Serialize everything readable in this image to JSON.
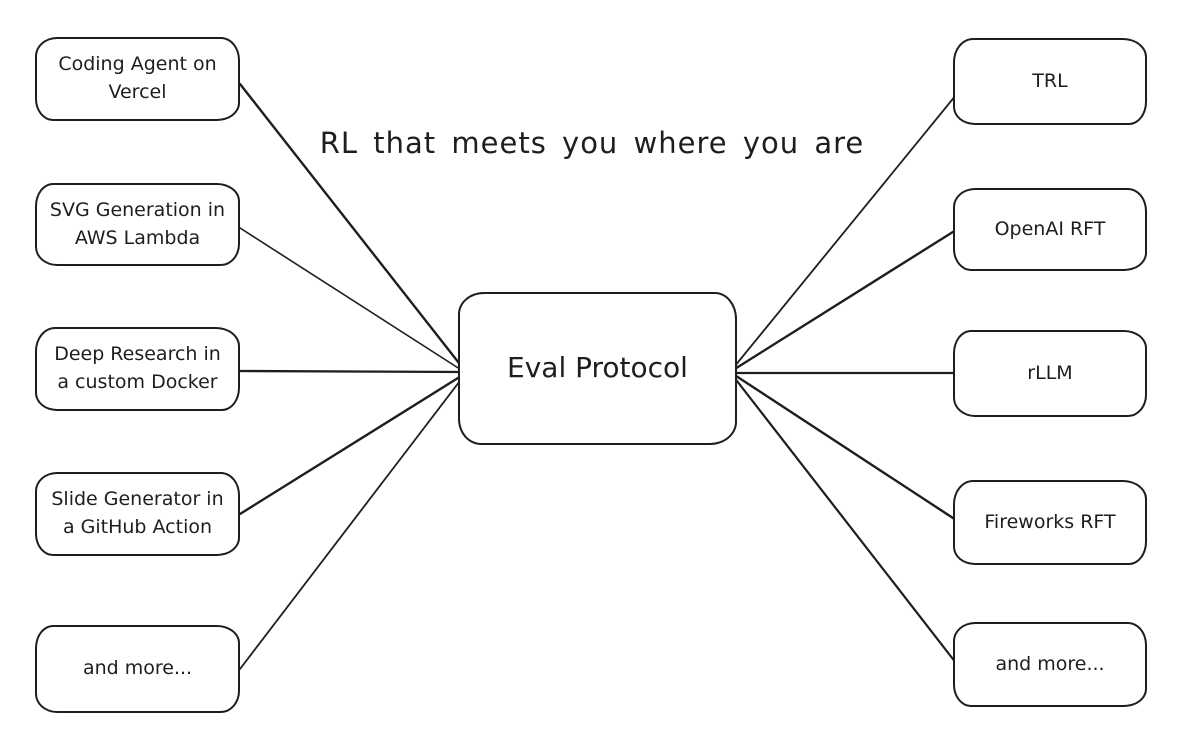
{
  "diagram": {
    "title": "RL that meets you where you are",
    "center_node": {
      "label": "Eval Protocol"
    },
    "left_nodes": [
      {
        "label": "Coding Agent on\nVercel"
      },
      {
        "label": "SVG Generation in\nAWS Lambda"
      },
      {
        "label": "Deep Research in\na custom Docker"
      },
      {
        "label": "Slide Generator in\na GitHub Action"
      },
      {
        "label": "and more..."
      }
    ],
    "right_nodes": [
      {
        "label": "TRL"
      },
      {
        "label": "OpenAI RFT"
      },
      {
        "label": "rLLM"
      },
      {
        "label": "Fireworks RFT"
      },
      {
        "label": "and more..."
      }
    ],
    "colors": {
      "stroke": "#1e1e1e",
      "background": "#ffffff"
    }
  }
}
